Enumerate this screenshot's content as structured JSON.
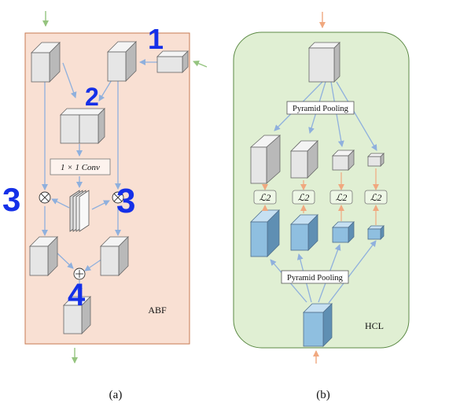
{
  "panel_a": {
    "caption": "(a)",
    "name": "ABF",
    "conv_label": "1 × 1 Conv",
    "multiply_symbol": "⊗",
    "add_symbol": "+",
    "handwritten_marks": [
      "1",
      "2",
      "3",
      "3",
      "4"
    ]
  },
  "panel_b": {
    "caption": "(b)",
    "name": "HCL",
    "pool_top_label": "Pyramid Pooling",
    "pool_bottom_label": "Pyramid Pooling",
    "loss_labels": [
      "ℒ2",
      "ℒ2",
      "ℒ2",
      "ℒ2"
    ]
  },
  "colors": {
    "abf_fill": "#f9e0d3",
    "abf_stroke": "#c77a52",
    "hcl_fill": "#e0efd3",
    "hcl_stroke": "#5c8a45",
    "blue_arrow": "#8fb0dd",
    "orange_arrow": "#f0a87f",
    "green_arrow": "#95c47f",
    "grey_cube": "#e6e6e6",
    "blue_cube": "#8fbfe0",
    "handwriting": "#1530e8"
  }
}
